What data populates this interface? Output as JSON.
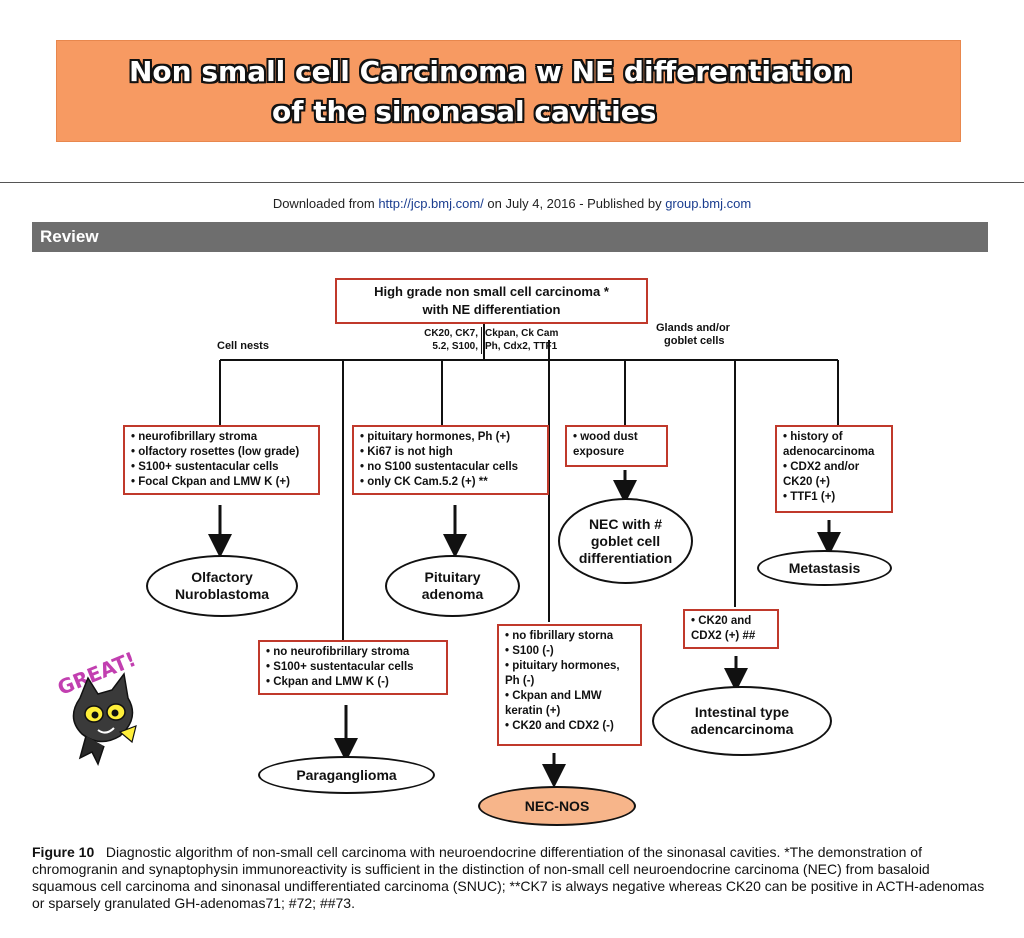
{
  "banner": {
    "line1": "Non small cell Carcinoma w NE differentiation",
    "line2": "of the sinonasal cavities"
  },
  "download": {
    "pre": "Downloaded from ",
    "link1": "http://jcp.bmj.com/",
    "mid": " on July 4, 2016 - Published by ",
    "link2": "group.bmj.com"
  },
  "section_label": "Review",
  "diagram": {
    "root": {
      "line1": "High grade non small cell carcinoma *",
      "line2": "with NE differentiation"
    },
    "markers_left": {
      "line1": "CK20, CK7,",
      "line2": "5.2, S100,"
    },
    "markers_right": {
      "line1": "Ckpan, Ck Cam",
      "line2": "Ph, Cdx2, TTF1"
    },
    "label_cellnests": "Cell nests",
    "label_glands": {
      "line1": "Glands and/or",
      "line2": "goblet cells"
    },
    "box_olfactory": [
      "• neurofibrillary stroma",
      "• olfactory rosettes (low grade)",
      "• S100+ sustentacular cells",
      "• Focal Ckpan and LMW K (+)"
    ],
    "box_pituitary": [
      "• pituitary hormones, Ph (+)",
      "• Ki67 is not high",
      "• no S100 sustentacular cells",
      "• only CK Cam.5.2 (+) **"
    ],
    "box_wood": [
      "• wood dust",
      "exposure"
    ],
    "box_history": [
      "• history of",
      "adenocarcinoma",
      "• CDX2 and/or",
      "CK20 (+)",
      "• TTF1 (+)"
    ],
    "box_para": [
      "• no neurofibrillary stroma",
      "• S100+ sustentacular cells",
      "• Ckpan and LMW K (-)"
    ],
    "box_nos": [
      "• no fibrillary storna",
      "• S100 (-)",
      "• pituitary hormones,",
      "Ph (-)",
      "• Ckpan and LMW",
      "keratin (+)",
      "• CK20 and CDX2 (-)"
    ],
    "box_ck20": [
      "• CK20 and",
      "CDX2 (+) ##"
    ],
    "oval_olfactory": {
      "line1": "Olfactory",
      "line2": "Nuroblastoma"
    },
    "oval_pituitary": {
      "line1": "Pituitary",
      "line2": "adenoma"
    },
    "oval_nec_goblet": {
      "line1": "NEC with #",
      "line2": "goblet cell",
      "line3": "differentiation"
    },
    "oval_metastasis": "Metastasis",
    "oval_paraganglioma": "Paraganglioma",
    "oval_nec_nos": "NEC-NOS",
    "oval_intestinal": {
      "line1": "Intestinal type",
      "line2": "adencarcinoma"
    }
  },
  "caption": {
    "label": "Figure 10",
    "text": "Diagnostic algorithm of non-small cell carcinoma with neuroendocrine differentiation of the sinonasal cavities. *The demonstration of chromogranin and synaptophysin immunoreactivity is sufficient in the distinction of non-small cell neuroendocrine carcinoma (NEC) from basaloid squamous cell carcinoma and sinonasal undifferentiated carcinoma (SNUC); **CK7 is always negative whereas CK20 can be positive in ACTH-adenomas or sparsely granulated GH-adenomas71; #72; ##73."
  },
  "sticker": {
    "text": "GREAT!"
  },
  "colors": {
    "banner": "#f79a62",
    "box_border": "#c0392b",
    "nec_nos_fill": "#f7b58a",
    "review_bar": "#6e6e6e"
  }
}
